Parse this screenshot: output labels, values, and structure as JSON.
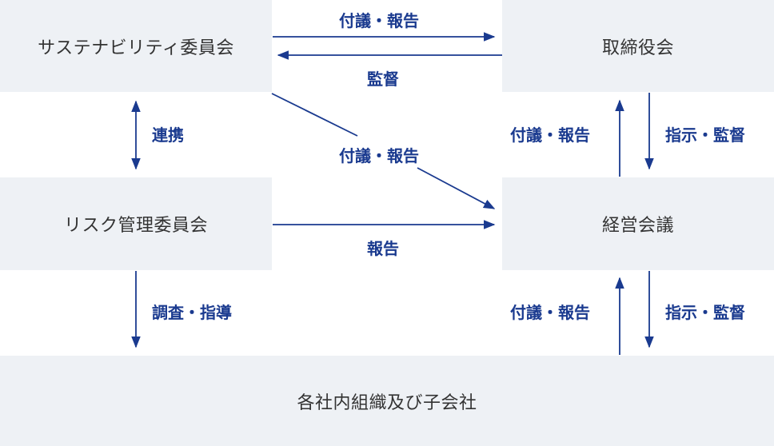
{
  "nodes": {
    "sustainability": "サステナビリティ委員会",
    "board": "取締役会",
    "risk": "リスク管理委員会",
    "management": "経営会議",
    "group": "各社内組織及び子会社"
  },
  "labels": {
    "sus_to_board": "付議・報告",
    "board_to_sus": "監督",
    "sus_risk": "連携",
    "sus_to_mgmt": "付議・報告",
    "risk_to_mgmt": "報告",
    "mgmt_to_board": "付議・報告",
    "board_to_mgmt": "指示・監督",
    "risk_to_group": "調査・指導",
    "group_to_mgmt": "付議・報告",
    "mgmt_to_group": "指示・監督"
  },
  "colors": {
    "arrow": "#1a3a8f",
    "box": "#eef1f5",
    "text": "#333333"
  }
}
